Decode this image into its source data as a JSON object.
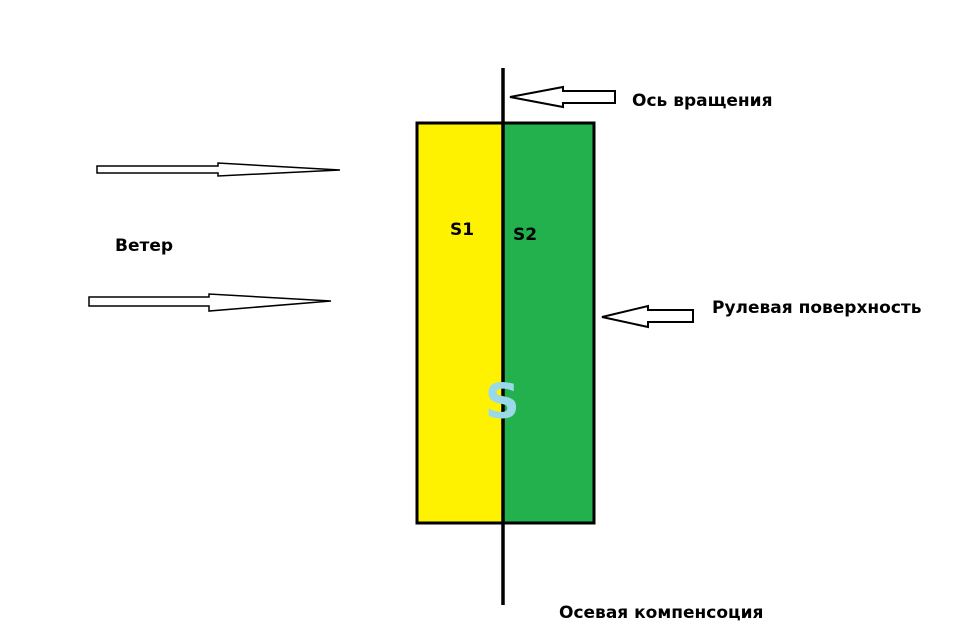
{
  "labels": {
    "axis_of_rotation": "Ось вращения",
    "wind": "Ветер",
    "control_surface": "Рулевая поверхность",
    "axial_compensation": "Осевая компенсоция",
    "s1": "S1",
    "s2": "S2",
    "s": "S"
  },
  "colors": {
    "left_area": "#fff200",
    "right_area": "#22b14c",
    "outline": "#000000",
    "s_letter": "#99d9ea",
    "arrow_fill": "#ffffff"
  }
}
